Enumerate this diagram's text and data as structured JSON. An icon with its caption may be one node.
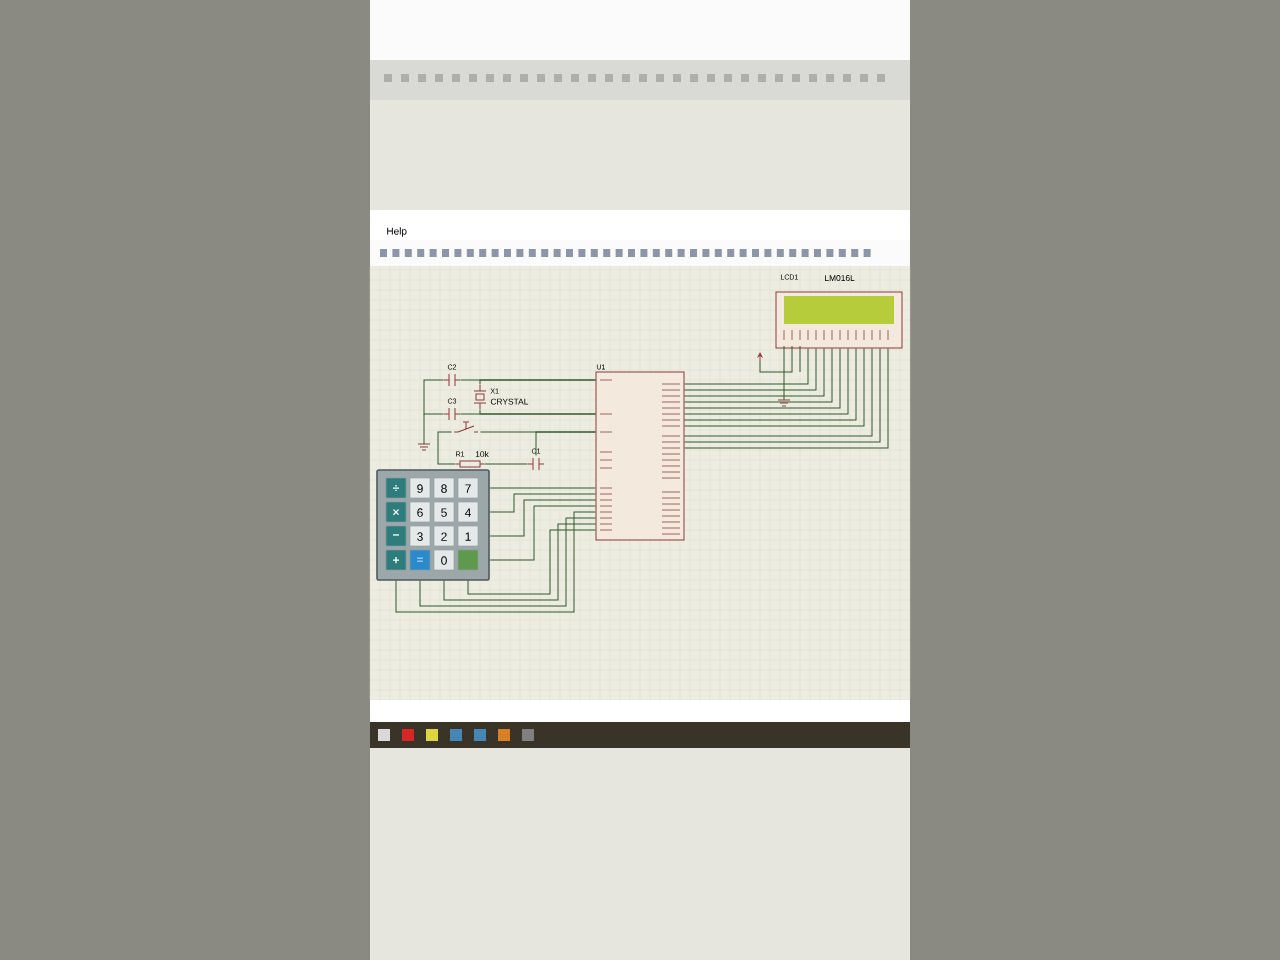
{
  "diagram": {
    "nodes": [
      {
        "text": [],
        "shape": "box"
      },
      {
        "text": [
          "÷"
        ],
        "in": 0
      },
      {
        "text": [
          "9"
        ],
        "in": 0
      },
      {
        "text": [
          "8"
        ],
        "in": 0
      },
      {
        "text": [
          "7"
        ],
        "in": 0
      },
      {
        "text": [
          "×"
        ],
        "in": 0
      },
      {
        "text": [
          "6"
        ],
        "in": 0
      },
      {
        "text": [
          "5"
        ],
        "in": 0
      },
      {
        "text": [
          "4"
        ],
        "in": 0
      },
      {
        "text": [
          "−"
        ],
        "in": 0
      },
      {
        "text": [
          "3"
        ],
        "in": 0
      },
      {
        "text": [
          "2"
        ],
        "in": 0
      },
      {
        "text": [
          "1"
        ],
        "in": 0
      },
      {
        "text": [
          "+"
        ],
        "in": 0
      },
      {
        "text": [
          "="
        ],
        "in": 0
      },
      {
        "text": [
          "0"
        ],
        "in": 0
      },
      {
        "text": [],
        "shape": "box",
        "in": 0
      },
      {
        "text": [
          "U1"
        ]
      },
      {
        "text": [
          "LCD1",
          "LM016L"
        ]
      },
      {
        "text": [
          "C2"
        ]
      },
      {
        "text": [
          "C3"
        ]
      },
      {
        "text": [
          "X1",
          "CRYSTAL"
        ]
      },
      {
        "text": [],
        "shape": "switch"
      },
      {
        "text": [
          "R1",
          "10k"
        ]
      },
      {
        "text": [
          "C1"
        ]
      }
    ],
    "edges": [
      {
        "from": 0,
        "to": 17,
        "arrow": "none"
      },
      {
        "from": 0,
        "to": 17,
        "arrow": "none"
      },
      {
        "from": 0,
        "to": 17,
        "arrow": "none"
      },
      {
        "from": 0,
        "to": 17,
        "arrow": "none"
      },
      {
        "from": 0,
        "to": 17,
        "arrow": "none"
      },
      {
        "from": 0,
        "to": 17,
        "arrow": "none"
      },
      {
        "from": 0,
        "to": 17,
        "arrow": "none"
      },
      {
        "from": 0,
        "to": 17,
        "arrow": "none"
      },
      {
        "from": 18,
        "to": 17,
        "arrow": "none"
      },
      {
        "from": 18,
        "to": 17,
        "arrow": "none"
      },
      {
        "from": 18,
        "to": 17,
        "arrow": "none"
      },
      {
        "from": 18,
        "to": 17,
        "arrow": "none"
      },
      {
        "from": 18,
        "to": 17,
        "arrow": "none"
      },
      {
        "from": 18,
        "to": 17,
        "arrow": "none"
      },
      {
        "from": 18,
        "to": 17,
        "arrow": "none"
      },
      {
        "from": 18,
        "to": 17,
        "arrow": "none"
      },
      {
        "from": 18,
        "to": 17,
        "arrow": "none"
      },
      {
        "from": 18,
        "to": 17,
        "arrow": "none"
      },
      {
        "from": 18,
        "to": 17,
        "arrow": "none"
      },
      {
        "from": 19,
        "to": 17,
        "arrow": "none"
      },
      {
        "from": 20,
        "to": 17,
        "arrow": "none"
      },
      {
        "from": 21,
        "to": 17,
        "arrow": "none"
      },
      {
        "from": 21,
        "to": 17,
        "arrow": "none"
      },
      {
        "from": 19,
        "to": 20,
        "arrow": "none"
      },
      {
        "from": 22,
        "to": 17,
        "arrow": "none"
      },
      {
        "from": 24,
        "to": 17,
        "arrow": "none"
      },
      {
        "from": 23,
        "to": 24,
        "arrow": "none"
      },
      {
        "from": 22,
        "to": 23,
        "arrow": "none"
      }
    ],
    "labels": [
      "Help"
    ]
  }
}
